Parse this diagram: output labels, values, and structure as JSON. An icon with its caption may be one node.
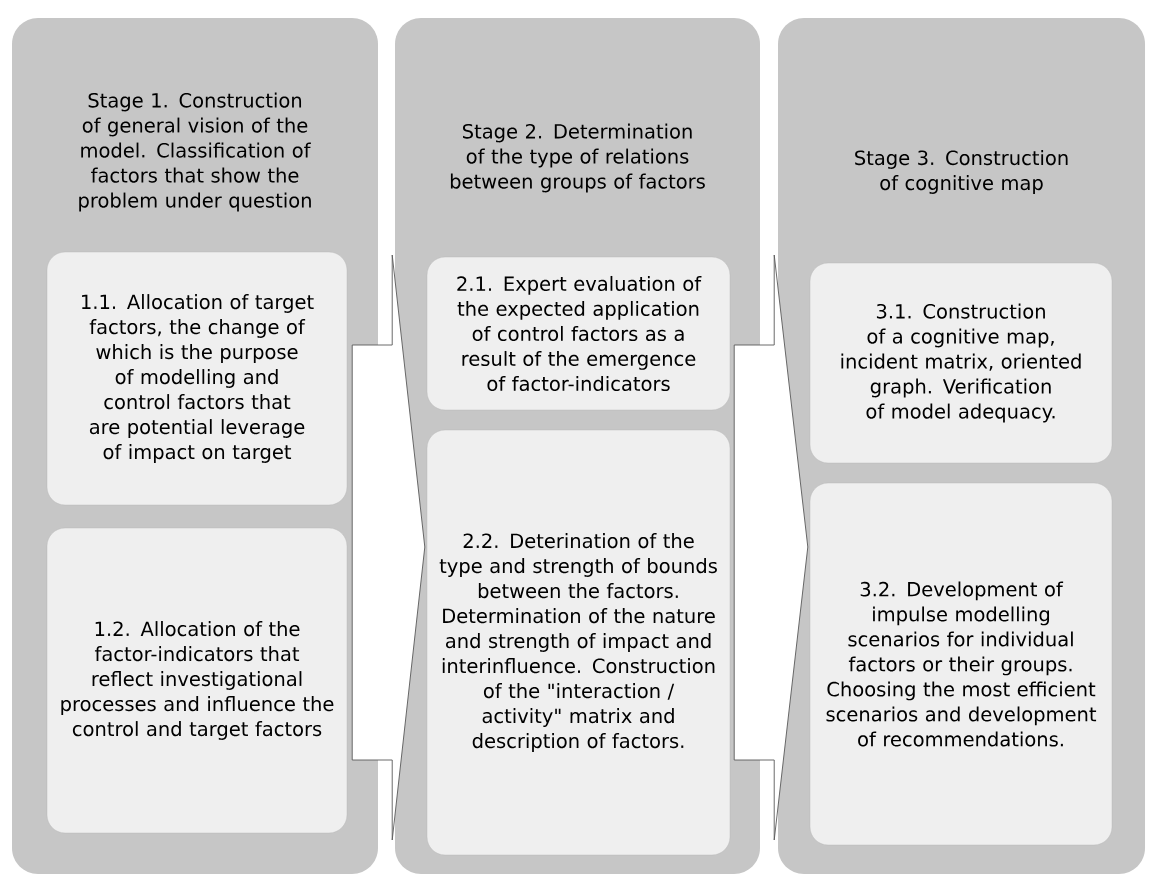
{
  "diagram": {
    "nodes": [
      {
        "text": [
          "Stage 1. Construction of general vision of the model. Classification of factors that show the problem under question"
        ]
      },
      {
        "text": [
          "1.1. Allocation of target factors, the change of which is the purpose of modelling and control factors that are potential leverage of impact on target"
        ],
        "in": 0
      },
      {
        "text": [
          "1.2. Allocation of the factor-indicators that reflect investigational processes and influence the control and target factors"
        ],
        "in": 0
      },
      {
        "text": [
          "Stage 2. Determination of the type of relations between groups of factors"
        ]
      },
      {
        "text": [
          "2.1. Expert evaluation of the expected application of control factors as a result of the emergence of factor-indicators"
        ],
        "in": 3
      },
      {
        "text": [
          "2.2. Deterination of the type and strength of bounds between the factors. Determination of the nature and strength of impact and interinfluence. Construction of the \"interaction / activity\" matrix and description of factors."
        ],
        "in": 3
      },
      {
        "text": [
          "Stage 3. Construction of cognitive map"
        ]
      },
      {
        "text": [
          "3.1. Construction of a cognitive map, incident matrix, oriented graph. Verification of model adequacy."
        ],
        "in": 6
      },
      {
        "text": [
          "3.2. Development of impulse modelling scenarios for individual factors or their groups. Choosing the most efficient scenarios and development of recommendations."
        ],
        "in": 6
      }
    ],
    "edges": [
      {
        "from": 0,
        "to": 3,
        "arrow": "to"
      },
      {
        "from": 3,
        "to": 6,
        "arrow": "to"
      }
    ]
  }
}
